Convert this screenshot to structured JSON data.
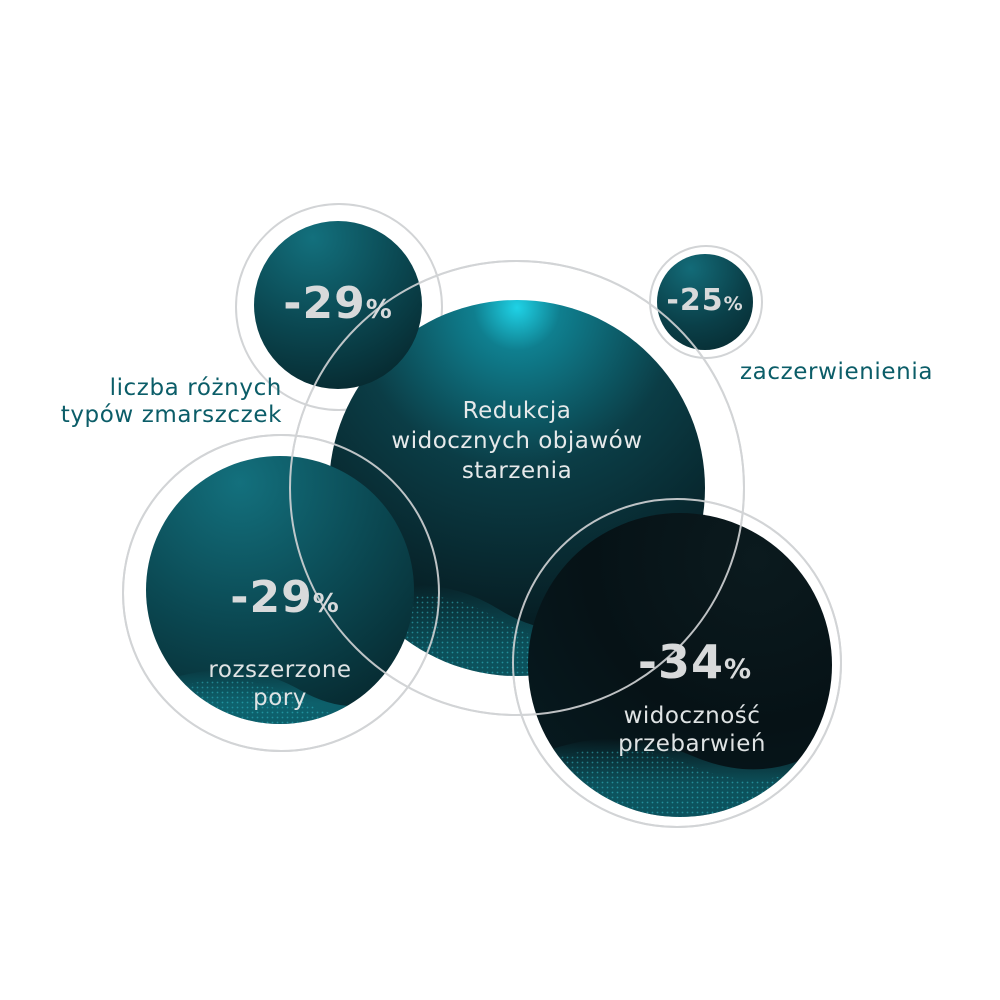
{
  "center": {
    "lines": [
      "Redukcja",
      "widocznych objawów",
      "starzenia"
    ]
  },
  "stats": {
    "wrinkles": {
      "value": "-29",
      "unit": "%",
      "label_lines": [
        "liczba różnych",
        "typów zmarszczek"
      ]
    },
    "redness": {
      "value": "-25",
      "unit": "%",
      "label_lines": [
        "zaczerwienienia"
      ]
    },
    "pores": {
      "value": "-29",
      "unit": "%",
      "label_lines": [
        "rozszerzone",
        "pory"
      ]
    },
    "discoloration": {
      "value": "-34",
      "unit": "%",
      "label_lines": [
        "widoczność",
        "przebarwień"
      ]
    }
  },
  "colors": {
    "label_teal": "#0b5d68",
    "ring_gray": "#d2d4d6",
    "number_light": "#d8dadb",
    "disc_dark": "#041014",
    "disc_teal": "#0d5a66",
    "glow_cyan": "#1fd2e6"
  }
}
